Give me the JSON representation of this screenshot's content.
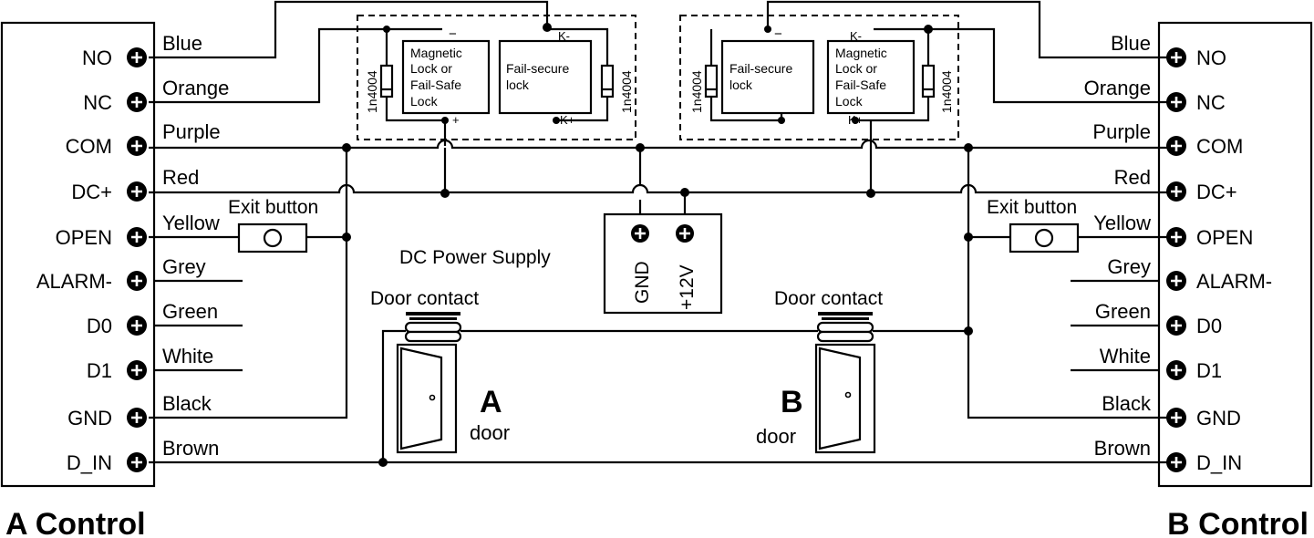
{
  "controllers": {
    "a": {
      "title": "A Control",
      "terminals": [
        "NO",
        "NC",
        "COM",
        "DC+",
        "OPEN",
        "ALARM-",
        "D0",
        "D1",
        "GND",
        "D_IN"
      ],
      "wires": [
        "Blue",
        "Orange",
        "Purple",
        "Red",
        "Yellow",
        "Grey",
        "Green",
        "White",
        "Black",
        "Brown"
      ]
    },
    "b": {
      "title": "B Control",
      "terminals": [
        "NO",
        "NC",
        "COM",
        "DC+",
        "OPEN",
        "ALARM-",
        "D0",
        "D1",
        "GND",
        "D_IN"
      ],
      "wires": [
        "Blue",
        "Orange",
        "Purple",
        "Red",
        "Yellow",
        "Grey",
        "Green",
        "White",
        "Black",
        "Brown"
      ]
    }
  },
  "locks": {
    "a": {
      "diode": "1n4004",
      "mag_lock": [
        "Magnetic",
        "Lock or",
        "Fail-Safe",
        "Lock"
      ],
      "secure_lock": [
        "Fail-secure",
        "lock"
      ],
      "minus": "−",
      "plus": "+",
      "k_minus": "K-",
      "k_plus": "K+"
    },
    "b": {
      "diode": "1n4004",
      "mag_lock": [
        "Magnetic",
        "Lock or",
        "Fail-Safe",
        "Lock"
      ],
      "secure_lock": [
        "Fail-secure",
        "lock"
      ],
      "minus": "−",
      "plus": "+",
      "k_minus": "K-",
      "k_plus": "K+"
    }
  },
  "power_supply": {
    "label": "DC Power Supply",
    "gnd": "GND",
    "v12": "+12V"
  },
  "exit_button": "Exit button",
  "door_contact": "Door contact",
  "doors": {
    "a": {
      "letter": "A",
      "word": "door"
    },
    "b": {
      "letter": "B",
      "word": "door"
    }
  }
}
